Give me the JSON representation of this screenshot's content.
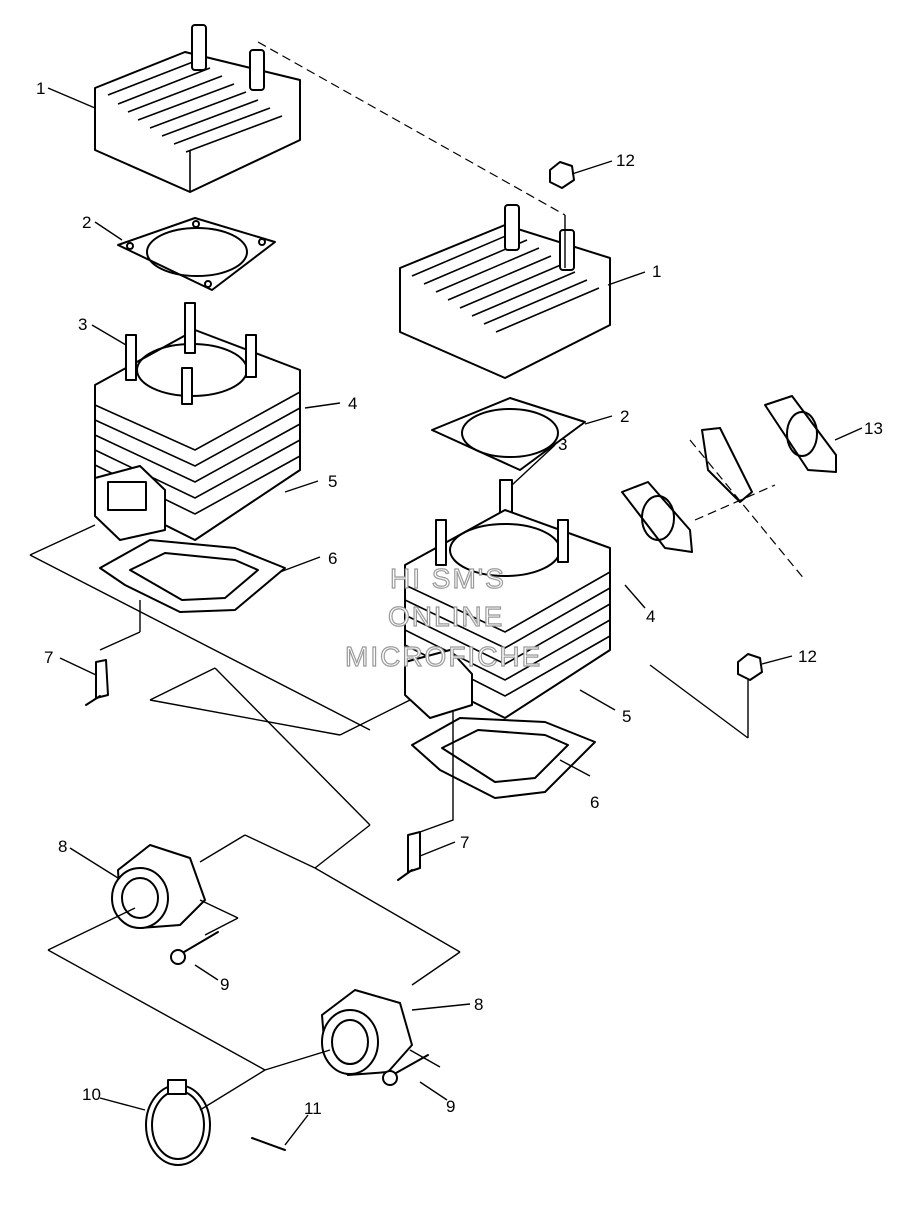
{
  "watermark": [
    "HI SM'S",
    "ONLINE",
    "MICROFICHE"
  ],
  "callouts": {
    "head_left": "1",
    "gasket_left": "2",
    "stud_left": "3",
    "plug_left": "4",
    "cylinder_left": "5",
    "base_left": "6",
    "drain_left": "7",
    "intake_left": "8",
    "bolt_left": "9",
    "head_right": "1",
    "gasket_right": "2",
    "stud_right": "3",
    "plug_right": "4",
    "cylinder_right": "5",
    "base_right": "6",
    "drain_right": "7",
    "intake_right": "8",
    "bolt_right": "9",
    "clamp": "10",
    "screw": "11",
    "nut_top": "12",
    "nut_mid": "12",
    "exhaust_gasket": "13"
  }
}
